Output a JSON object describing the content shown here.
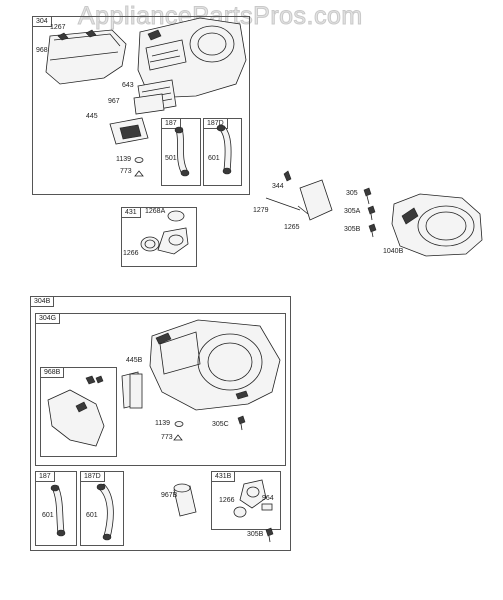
{
  "watermark": "AppliancePartsPros.com",
  "boxes": {
    "b304": "304",
    "b187a": "187",
    "b187Da": "187D",
    "b431": "431",
    "b304B": "304B",
    "b304G": "304G",
    "b968B": "968B",
    "b187b": "187",
    "b187Db": "187D",
    "b431B": "431B"
  },
  "labels": {
    "l1267": "1267",
    "l968": "968",
    "l643": "643",
    "l967": "967",
    "l445": "445",
    "l1139a": "1139",
    "l773a": "773",
    "l501": "501",
    "l601a": "601",
    "l1268A": "1268A",
    "l1266a": "1266",
    "l344": "344",
    "l1279": "1279",
    "l1265": "1265",
    "l305": "305",
    "l305A": "305A",
    "l305Ba": "305B",
    "l1040B": "1040B",
    "l445B": "445B",
    "l1139b": "1139",
    "l773b": "773",
    "l305C": "305C",
    "l601b": "601",
    "l601c": "601",
    "l967B": "967B",
    "l1266b": "1266",
    "l964": "964",
    "l305Bb": "305B"
  }
}
